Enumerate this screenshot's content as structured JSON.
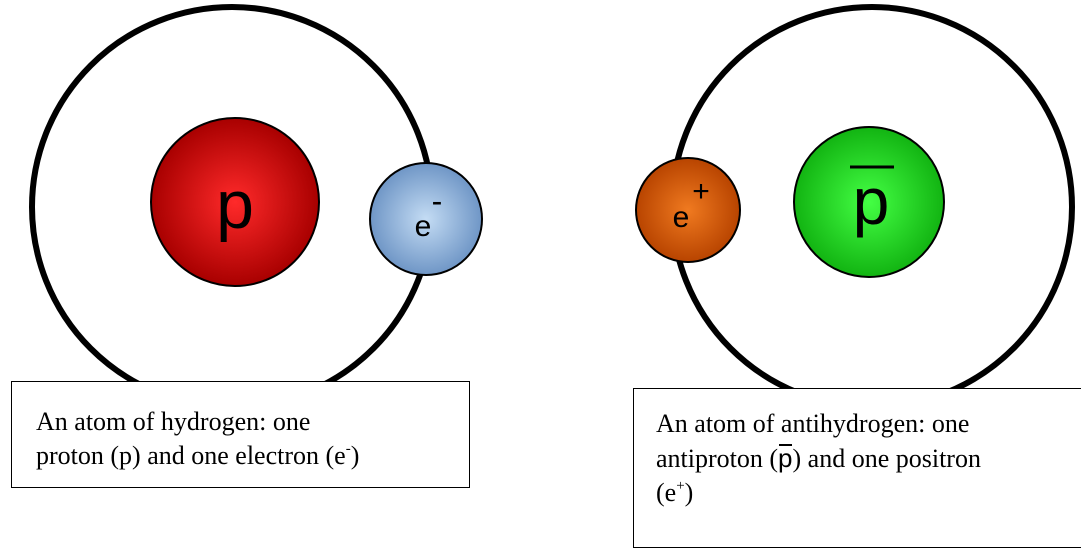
{
  "hydrogen": {
    "proton_label": "p",
    "electron_label": "e",
    "electron_charge": "-",
    "caption": {
      "line1": "An atom of hydrogen: one",
      "line2_pre": "proton (p) and one electron (e",
      "line2_sup": "-",
      "line2_post": ")"
    }
  },
  "antihydrogen": {
    "antiproton_label": "p",
    "positron_label": "e",
    "positron_charge": "+",
    "caption": {
      "line1": "An atom of antihydrogen: one",
      "line2_pre": "antiproton (",
      "line2_symbol": "p",
      "line2_post": ") and one positron",
      "line3_pre": "(e",
      "line3_sup": "+",
      "line3_post": ")"
    }
  },
  "colors": {
    "proton": "#e00000",
    "electron": "#8fb4de",
    "positron": "#e06010",
    "antiproton": "#22dd22",
    "orbit": "#000000"
  }
}
